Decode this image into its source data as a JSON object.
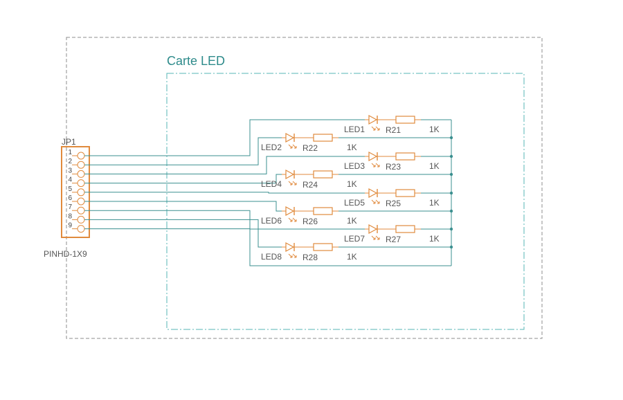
{
  "board": {
    "title": "Carte LED"
  },
  "connector": {
    "ref": "JP1",
    "value": "PINHD-1X9",
    "pins": [
      "1",
      "2",
      "3",
      "4",
      "5",
      "6",
      "7",
      "8",
      "9"
    ]
  },
  "rows": [
    {
      "led": "LED1",
      "res": "R21",
      "val": "1K"
    },
    {
      "led": "LED2",
      "res": "R22",
      "val": "1K"
    },
    {
      "led": "LED3",
      "res": "R23",
      "val": "1K"
    },
    {
      "led": "LED4",
      "res": "R24",
      "val": "1K"
    },
    {
      "led": "LED5",
      "res": "R25",
      "val": "1K"
    },
    {
      "led": "LED6",
      "res": "R26",
      "val": "1K"
    },
    {
      "led": "LED7",
      "res": "R27",
      "val": "1K"
    },
    {
      "led": "LED8",
      "res": "R28",
      "val": "1K"
    }
  ],
  "colors": {
    "wire": "#3a8f8f",
    "component": "#e08a3c",
    "outer_frame": "#888888",
    "inner_frame": "#56b6b6",
    "title": "#2e8b8b"
  }
}
